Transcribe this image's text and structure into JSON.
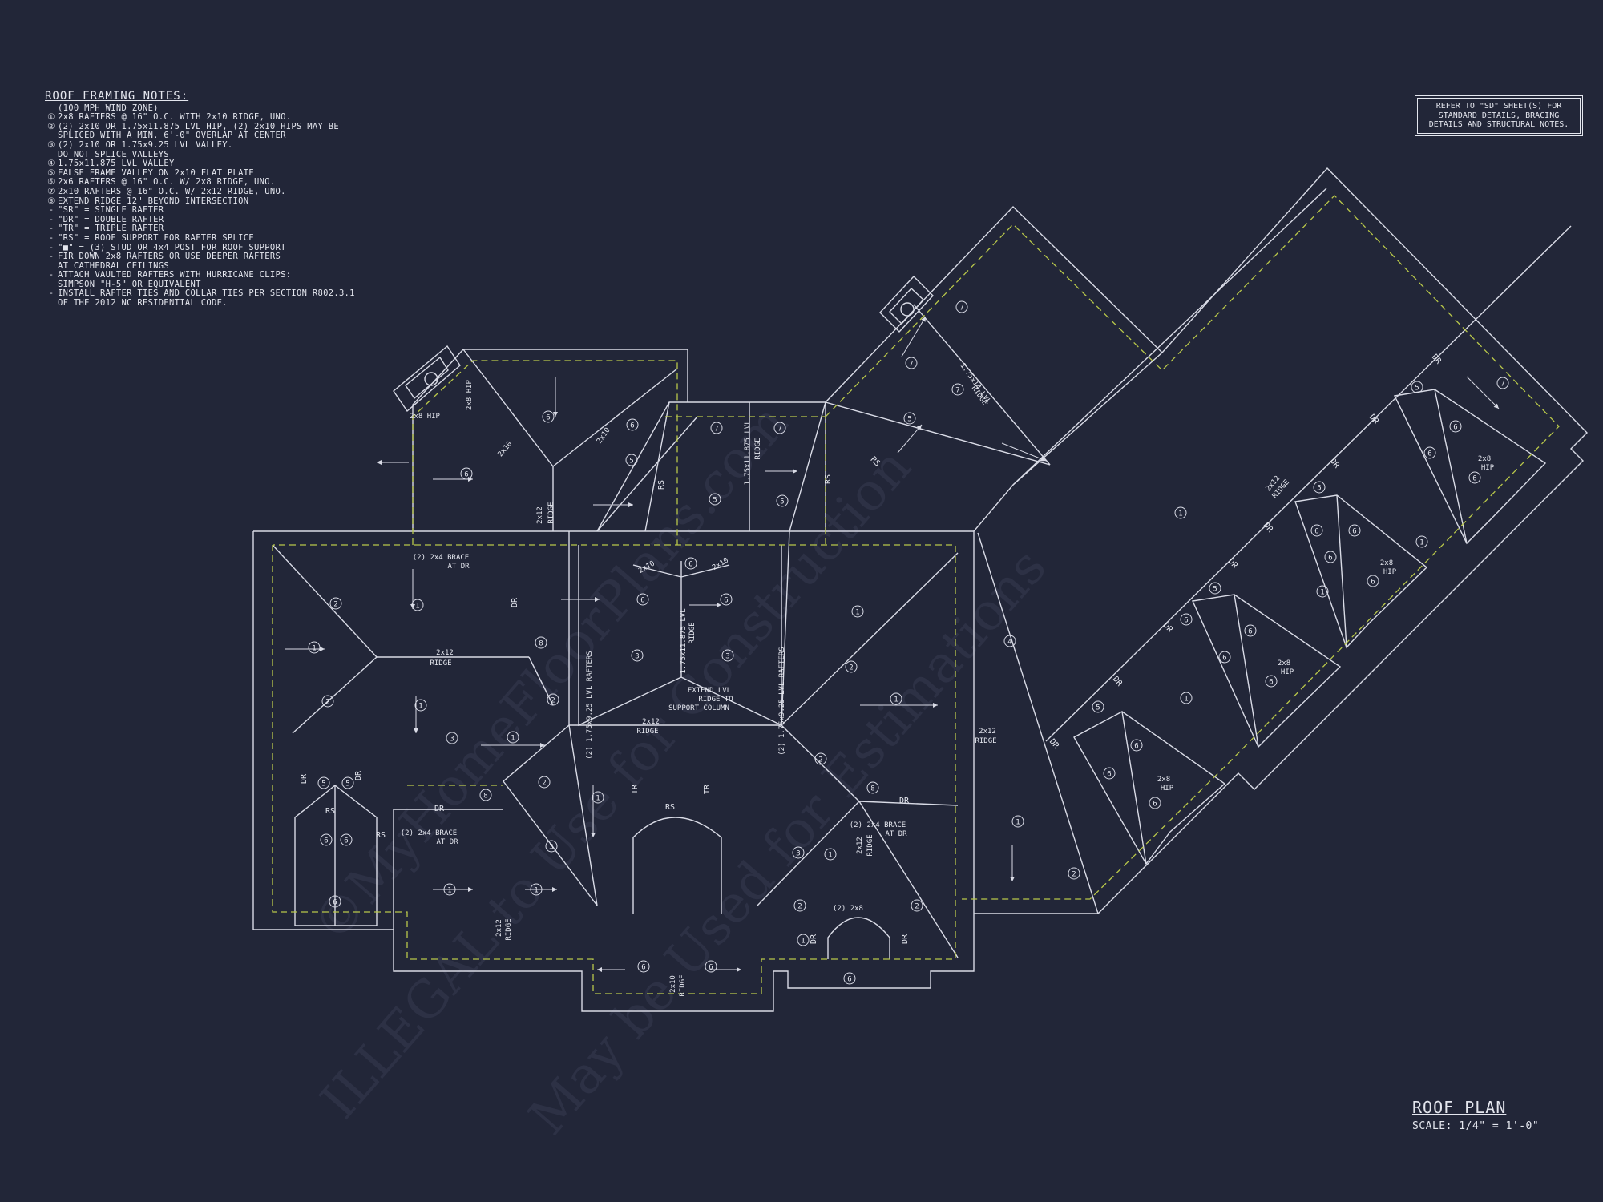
{
  "notes": {
    "title": "ROOF FRAMING NOTES:",
    "items": [
      {
        "mark": "",
        "text": "(100 MPH WIND ZONE)"
      },
      {
        "mark": "①",
        "text": "2x8 RAFTERS @ 16\" O.C. WITH 2x10 RIDGE, UNO."
      },
      {
        "mark": "②",
        "text": "(2) 2x10 OR 1.75x11.875 LVL HIP, (2) 2x10 HIPS MAY BE"
      },
      {
        "mark": "",
        "text": "SPLICED WITH A MIN. 6'-0\" OVERLAP AT CENTER"
      },
      {
        "mark": "③",
        "text": "(2) 2x10 OR 1.75x9.25 LVL VALLEY."
      },
      {
        "mark": "",
        "text": "DO NOT SPLICE VALLEYS"
      },
      {
        "mark": "④",
        "text": "1.75x11.875 LVL VALLEY"
      },
      {
        "mark": "⑤",
        "text": "FALSE FRAME VALLEY ON 2x10 FLAT PLATE"
      },
      {
        "mark": "⑥",
        "text": "2x6 RAFTERS @ 16\" O.C. W/ 2x8 RIDGE, UNO."
      },
      {
        "mark": "⑦",
        "text": "2x10 RAFTERS @ 16\" O.C. W/ 2x12 RIDGE, UNO."
      },
      {
        "mark": "⑧",
        "text": "EXTEND RIDGE 12\" BEYOND INTERSECTION"
      },
      {
        "mark": "-",
        "text": "\"SR\" = SINGLE RAFTER"
      },
      {
        "mark": "-",
        "text": "\"DR\" = DOUBLE RAFTER"
      },
      {
        "mark": "-",
        "text": "\"TR\" = TRIPLE RAFTER"
      },
      {
        "mark": "-",
        "text": "\"RS\" = ROOF SUPPORT FOR RAFTER SPLICE"
      },
      {
        "mark": "-",
        "text": "\"■\" = (3) STUD OR 4x4 POST FOR ROOF SUPPORT"
      },
      {
        "mark": "-",
        "text": "FIR DOWN 2x8 RAFTERS OR USE DEEPER RAFTERS"
      },
      {
        "mark": "",
        "text": "AT CATHEDRAL CEILINGS"
      },
      {
        "mark": "-",
        "text": "ATTACH VAULTED RAFTERS WITH HURRICANE CLIPS:"
      },
      {
        "mark": "",
        "text": "SIMPSON \"H-5\" OR EQUIVALENT"
      },
      {
        "mark": "-",
        "text": "INSTALL RAFTER TIES AND COLLAR TIES PER SECTION R802.3.1"
      },
      {
        "mark": "",
        "text": "OF THE 2012 NC RESIDENTIAL CODE."
      }
    ]
  },
  "reference_note": [
    "REFER TO \"SD\" SHEET(S) FOR",
    "STANDARD DETAILS, BRACING",
    "DETAILS AND STRUCTURAL NOTES."
  ],
  "plan_title": "ROOF PLAN",
  "plan_scale": "SCALE: 1/4\" = 1'-0\"",
  "labels": {
    "ridge": "RIDGE",
    "hip": "HIP",
    "dr": "DR",
    "tr": "TR",
    "rs": "RS",
    "r2x12": "2x12",
    "r2x10": "2x10",
    "r2x8": "2x8",
    "r2x8hip": "2x8 HIP",
    "r2x10hip": "2x10",
    "lvl_ridge_1": "1.75x11.875 LVL",
    "lvl_ridge_2": "1.75x14 LVL",
    "lvl_rafters": "(2) 1.75x9.25 LVL RAFTERS",
    "brace_1": "(2) 2x4 BRACE",
    "brace_2": "AT DR",
    "extend_1": "EXTEND LVL",
    "extend_2": "RIDGE TO",
    "extend_3": "SUPPORT COLUMN",
    "two_2x8": "(2) 2x8"
  },
  "callouts": [
    "1",
    "2",
    "3",
    "4",
    "5",
    "6",
    "7",
    "8"
  ],
  "watermark": [
    "©MyHomeFloorPlans.com",
    "ILLEGAL to Use for Construction",
    "May be Used for Estimations"
  ],
  "colors": {
    "background": "#222638",
    "lines": "#d9dbe6",
    "dashed": "#b9c84a",
    "text": "#e6e8f0",
    "watermark": "#3a3e52"
  }
}
